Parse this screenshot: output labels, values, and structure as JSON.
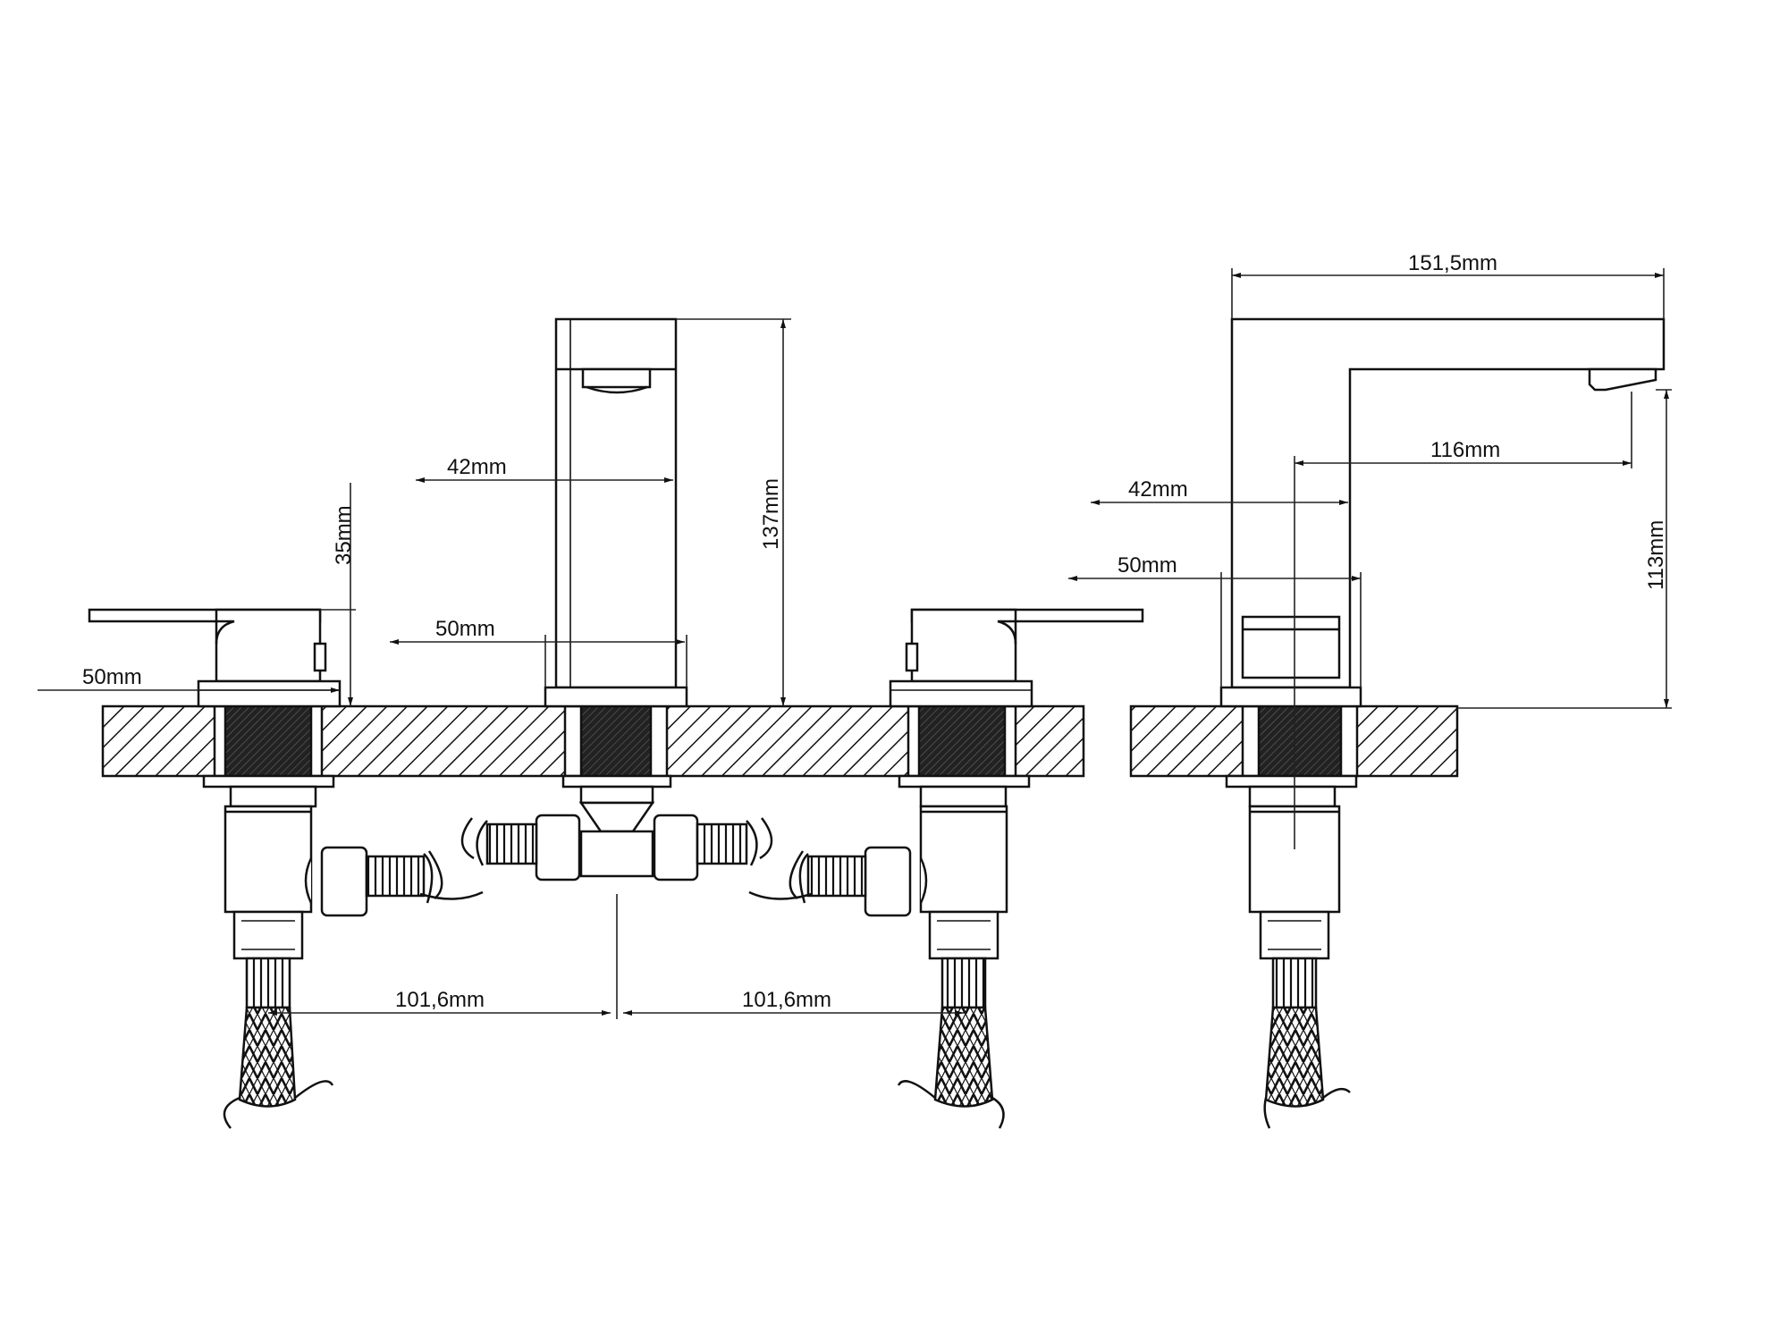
{
  "dimensions": {
    "front_handle_height": "35mm",
    "front_spout_width": "42mm",
    "front_spout_height": "137mm",
    "front_spout_base": "50mm",
    "front_handle_base": "50mm",
    "centre_left": "101,6mm",
    "centre_right": "101,6mm",
    "side_total_length": "151,5mm",
    "side_reach": "116mm",
    "side_width": "42mm",
    "side_base": "50mm",
    "side_outlet_height": "113mm"
  },
  "icons": [
    "arrow-icon"
  ]
}
